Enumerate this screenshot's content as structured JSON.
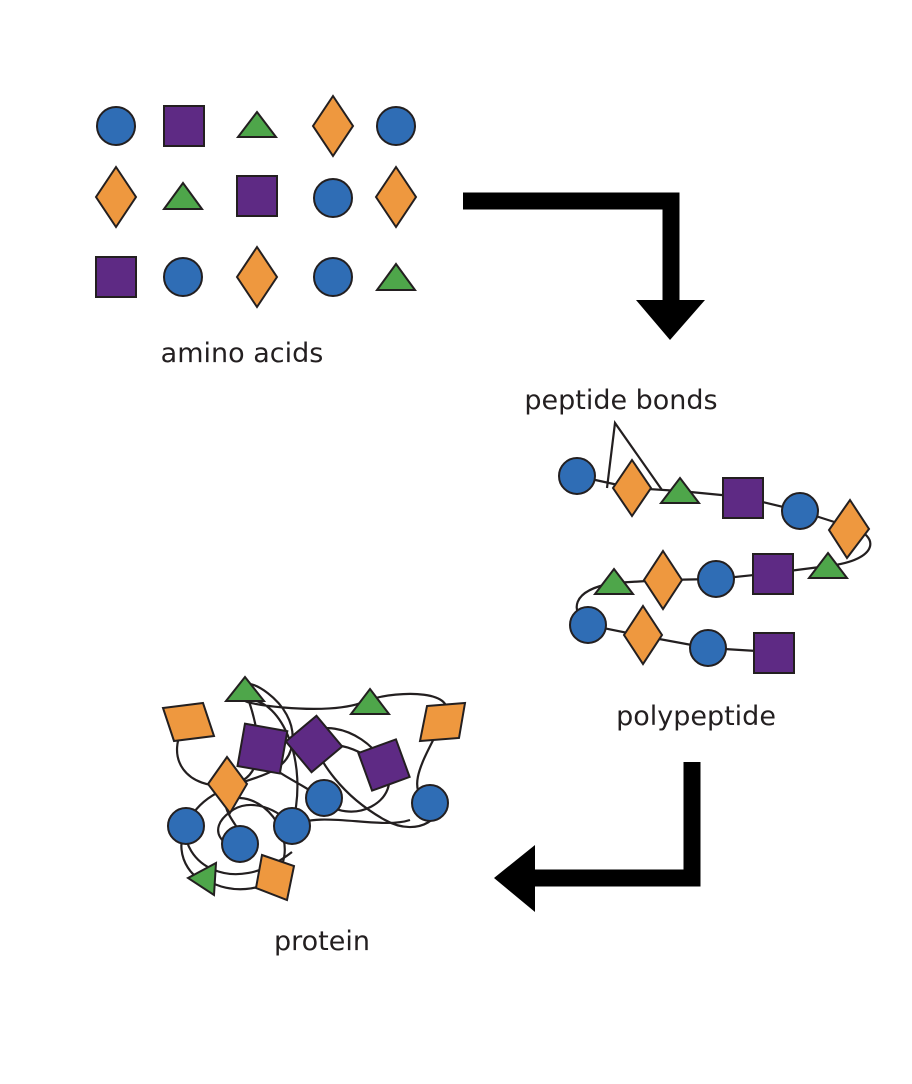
{
  "labels": {
    "amino_acids": "amino acids",
    "peptide_bonds": "peptide bonds",
    "polypeptide": "polypeptide",
    "protein": "protein"
  },
  "colors": {
    "circle": "#2f6db5",
    "square": "#5e2a84",
    "triangle": "#4ea64a",
    "diamond": "#ee983f",
    "outline": "#231f20",
    "arrow": "#000000",
    "background": "#ffffff"
  }
}
